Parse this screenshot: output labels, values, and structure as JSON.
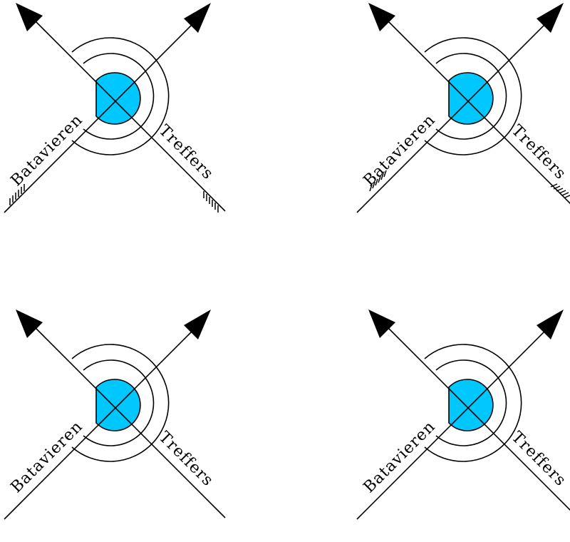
{
  "logos": [
    {
      "left_word": "Batavieren",
      "right_word": "Treffers",
      "hatch_variant": "vertical"
    },
    {
      "left_word": "Batavieren",
      "right_word": "Treffers",
      "hatch_variant": "angled"
    },
    {
      "left_word": "Batavieren",
      "right_word": "Treffers",
      "hatch_variant": "none"
    },
    {
      "left_word": "Batavieren",
      "right_word": "Treffers",
      "hatch_variant": "none"
    }
  ],
  "colors": {
    "target_fill": "#00c8ff",
    "stroke": "#000000",
    "background": "#ffffff"
  },
  "icons": [
    "arrow-icon",
    "target-rings-icon",
    "fletching-icon"
  ]
}
